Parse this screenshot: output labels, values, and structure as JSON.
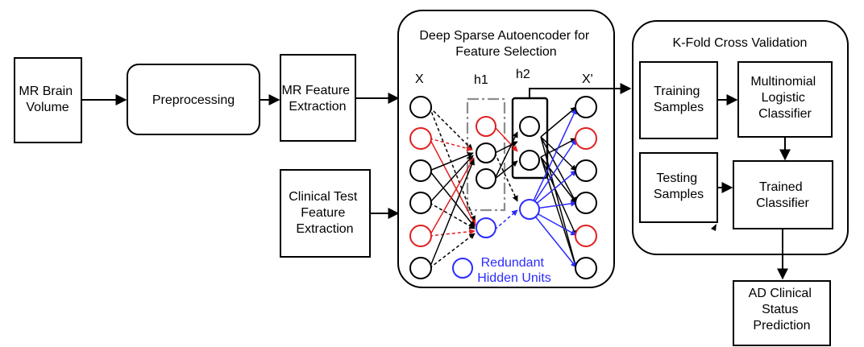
{
  "diagram": {
    "boxes": {
      "mr_brain_volume": [
        "MR Brain",
        "Volume"
      ],
      "preprocessing": [
        "Preprocessing"
      ],
      "mr_feature_extraction": [
        "MR Feature",
        "Extraction"
      ],
      "clinical_test_feature_extraction": [
        "Clinical Test",
        "Feature",
        "Extraction"
      ],
      "training_samples": [
        "Training",
        "Samples"
      ],
      "multinomial_logistic_classifier": [
        "Multinomial",
        "Logistic",
        "Classifier"
      ],
      "testing_samples": [
        "Testing",
        "Samples"
      ],
      "trained_classifier": [
        "Trained",
        "Classifier"
      ],
      "ad_clinical_status_prediction": [
        "AD Clinical",
        "Status",
        "Prediction"
      ]
    },
    "autoencoder_panel": {
      "title": [
        "Deep Sparse Autoencoder for",
        "Feature Selection"
      ],
      "layer_labels": {
        "x": "X",
        "h1": "h1",
        "h2": "h2",
        "x_prime": "X'"
      },
      "legend": [
        "Redundant",
        "Hidden Units"
      ]
    },
    "cv_panel": {
      "title": "K-Fold Cross Validation"
    },
    "colors": {
      "black": "#000000",
      "red": "#e02020",
      "blue": "#2b2bff",
      "gray_dash": "#8c8c8c"
    }
  }
}
